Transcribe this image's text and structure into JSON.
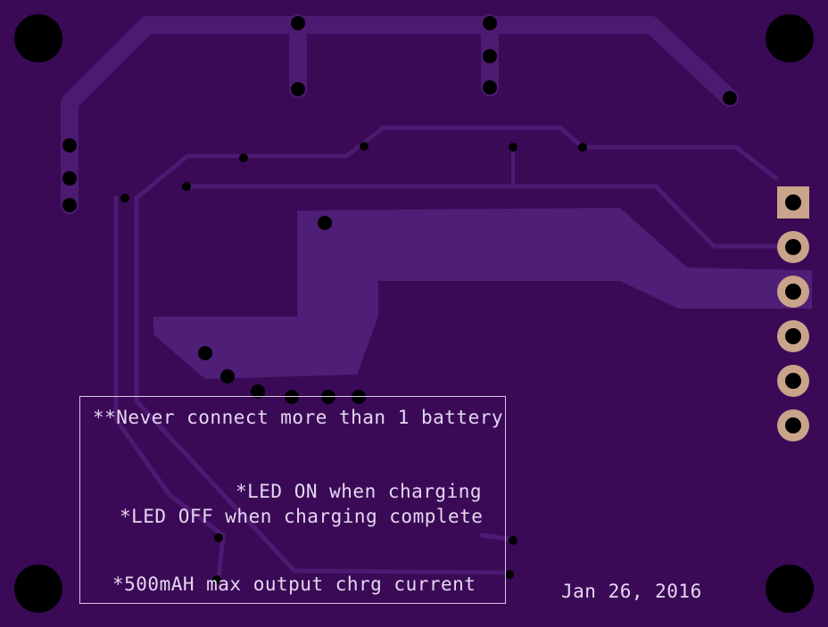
{
  "silkscreen": {
    "warning": "**Never connect more than 1 battery",
    "led_on": "*LED ON when charging",
    "led_off": "*LED OFF when charging complete",
    "max_current": "*500mAH max output chrg current",
    "date": "Jan 26, 2016"
  },
  "colors": {
    "board": "#3a0a57",
    "trace": "#4d1a72",
    "pour": "#5a2a80",
    "silkscreen": "#e6d6ef",
    "pad": "#c9a48a",
    "hole": "#000000"
  },
  "connector": {
    "pin_count": 6,
    "first_pin_shape": "square"
  }
}
